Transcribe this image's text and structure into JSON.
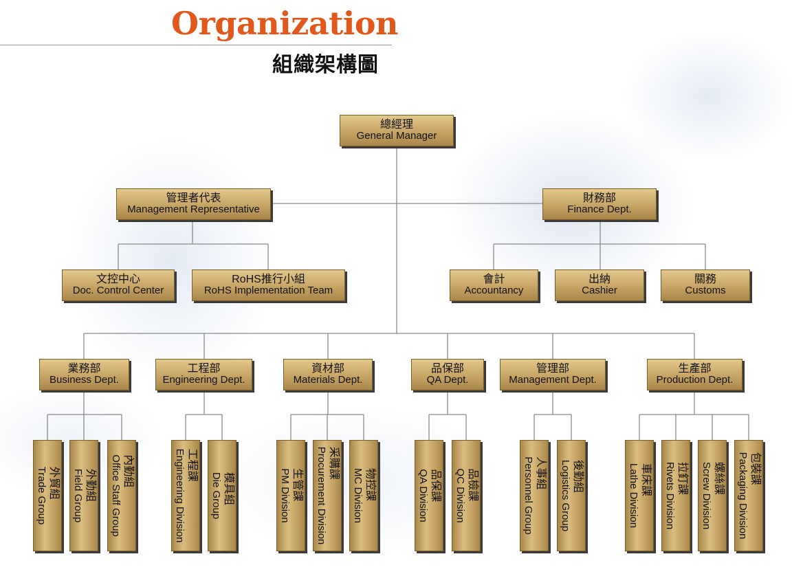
{
  "header": {
    "title": "Organization",
    "subtitle": "組織架構圖"
  },
  "chart": {
    "general_manager": {
      "zh": "總經理",
      "en": "General Manager"
    },
    "management_rep": {
      "zh": "管理者代表",
      "en": "Management Representative"
    },
    "finance": {
      "zh": "財務部",
      "en": "Finance Dept."
    },
    "doc_control": {
      "zh": "文控中心",
      "en": "Doc. Control Center"
    },
    "rohs": {
      "zh": "RoHS推行小組",
      "en": "RoHS Implementation Team"
    },
    "accountancy": {
      "zh": "會計",
      "en": "Accountancy"
    },
    "cashier": {
      "zh": "出納",
      "en": "Cashier"
    },
    "customs": {
      "zh": "關務",
      "en": "Customs"
    },
    "depts": [
      {
        "zh": "業務部",
        "en": "Business Dept.",
        "groups": [
          {
            "zh": "外貿組",
            "en": "Trade Group"
          },
          {
            "zh": "外勤組",
            "en": "Field Group"
          },
          {
            "zh": "內勤組",
            "en": "Office Staff Group"
          }
        ]
      },
      {
        "zh": "工程部",
        "en": "Engineering Dept.",
        "groups": [
          {
            "zh": "工程課",
            "en": "Engineering Division"
          },
          {
            "zh": "模具組",
            "en": "Die Group"
          }
        ]
      },
      {
        "zh": "資材部",
        "en": "Materials Dept.",
        "groups": [
          {
            "zh": "生管課",
            "en": "PM Division"
          },
          {
            "zh": "采購課",
            "en": "Procurement Division"
          },
          {
            "zh": "物控課",
            "en": "MC Division"
          }
        ]
      },
      {
        "zh": "品保部",
        "en": "QA Dept.",
        "groups": [
          {
            "zh": "品保課",
            "en": "QA Division"
          },
          {
            "zh": "品檢課",
            "en": "QC Division"
          }
        ]
      },
      {
        "zh": "管理部",
        "en": "Management Dept.",
        "groups": [
          {
            "zh": "人事組",
            "en": "Personnel Group"
          },
          {
            "zh": "後勤組",
            "en": "Logistics Group"
          }
        ]
      },
      {
        "zh": "生產部",
        "en": "Production Dept.",
        "groups": [
          {
            "zh": "車床課",
            "en": "Lathe Division"
          },
          {
            "zh": "拉釘課",
            "en": "Rivets Division"
          },
          {
            "zh": "螺絲課",
            "en": "Screw Division"
          },
          {
            "zh": "包裝課",
            "en": "Packaging Division"
          }
        ]
      }
    ]
  },
  "colors": {
    "title": "#e0581c",
    "box": "#c6a465",
    "line": "#8a8a8a"
  }
}
